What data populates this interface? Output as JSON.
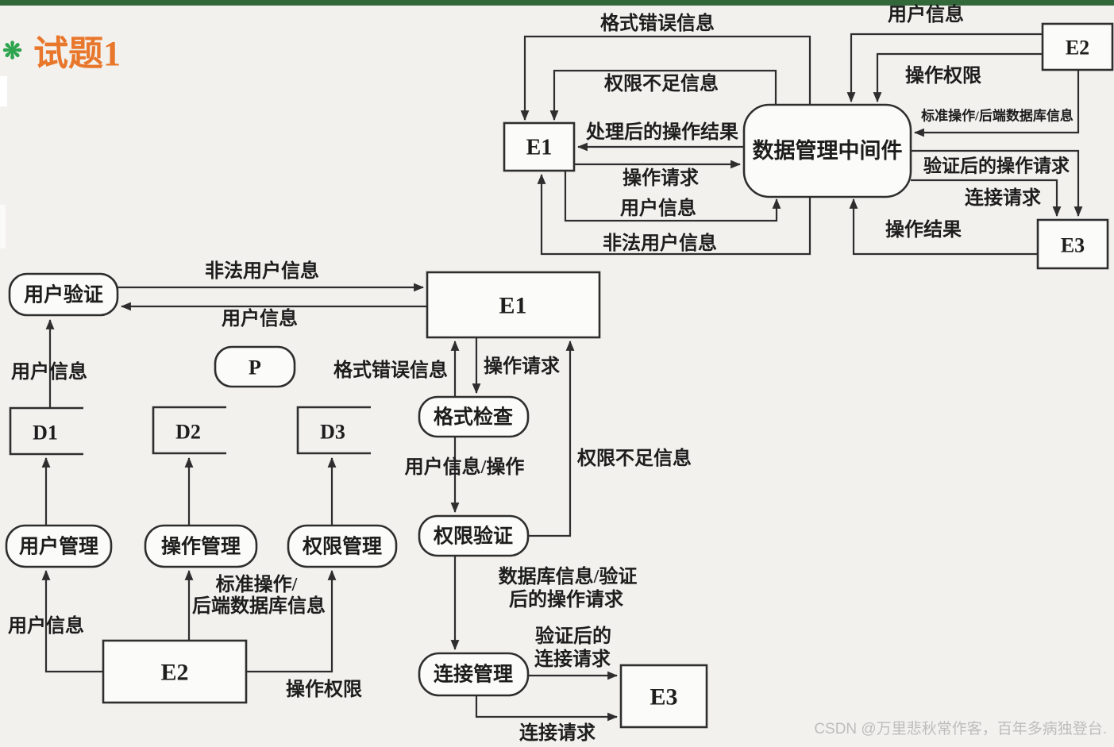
{
  "page": {
    "title": "试题1",
    "title_icon": "❋",
    "watermark": "CSDN @万里悲秋常作客，百年多病独登台.",
    "accent_orange": "#e8772b",
    "accent_green": "#2da44e",
    "topbar_green": "#33683a"
  },
  "context_diagram": {
    "nodes": {
      "e1": "E1",
      "middleware": "数据管理中间件",
      "e2": "E2",
      "e3": "E3"
    },
    "flows": {
      "format_error": "格式错误信息",
      "perm_insufficient": "权限不足信息",
      "user_info_in": "用户信息",
      "op_permission": "操作权限",
      "std_ops": "标准操作/后端数据库信息",
      "processed_result": "处理后的操作结果",
      "op_request": "操作请求",
      "verified_op_request": "验证后的操作请求",
      "conn_request": "连接请求",
      "user_info_up": "用户信息",
      "illegal_user": "非法用户信息",
      "op_result": "操作结果"
    }
  },
  "detail_diagram": {
    "nodes": {
      "user_verify": "用户验证",
      "e1": "E1",
      "p": "P",
      "format_check": "格式检查",
      "d1": "D1",
      "d2": "D2",
      "d3": "D3",
      "perm_verify": "权限验证",
      "user_mgmt": "用户管理",
      "op_mgmt": "操作管理",
      "perm_mgmt": "权限管理",
      "conn_mgmt": "连接管理",
      "e2": "E2",
      "e3": "E3"
    },
    "flows": {
      "illegal_user": "非法用户信息",
      "user_info_ret": "用户信息",
      "user_info_up": "用户信息",
      "format_error": "格式错误信息",
      "op_request": "操作请求",
      "user_info_op": "用户信息/操作",
      "perm_insufficient": "权限不足信息",
      "db_info_line1": "数据库信息/验证",
      "db_info_line2": "后的操作请求",
      "verified_conn_line1": "验证后的",
      "verified_conn_line2": "连接请求",
      "conn_request": "连接请求",
      "user_info_e2": "用户信息",
      "std_ops_line1": "标准操作/",
      "std_ops_line2": "后端数据库信息",
      "op_permission": "操作权限"
    }
  }
}
